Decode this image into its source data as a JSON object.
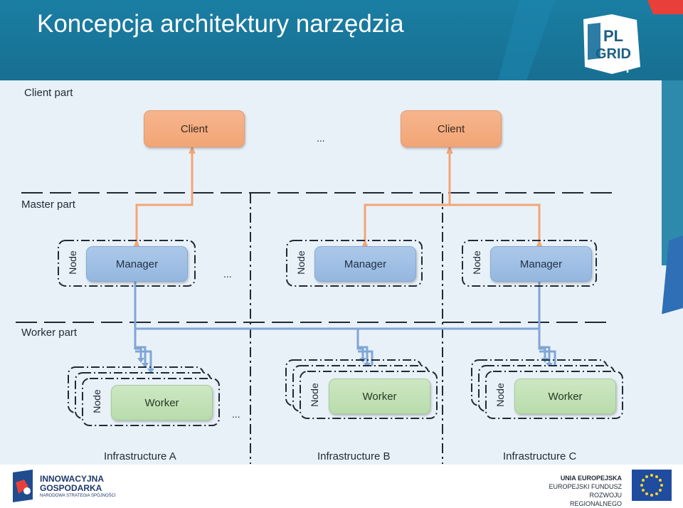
{
  "title": "Koncepcja architektury narzędzia",
  "logo": {
    "line1": "PL",
    "line2": "GRID",
    "plus": "+"
  },
  "sections": {
    "client": "Client part",
    "master": "Master part",
    "worker": "Worker part"
  },
  "clients": [
    "Client",
    "Client"
  ],
  "managers": [
    "Manager",
    "Manager",
    "Manager"
  ],
  "workers": [
    "Worker",
    "Worker",
    "Worker"
  ],
  "node_label": "Node",
  "ellipsis": "...",
  "infrastructures": [
    "Infrastructure A",
    "Infrastructure B",
    "Infrastructure C"
  ],
  "footer_left": {
    "line1": "INNOWACYJNA",
    "line2": "GOSPODARKA",
    "line3": "NARODOWA STRATEGIA SPÓJNOŚCI"
  },
  "footer_right": {
    "line1": "UNIA EUROPEJSKA",
    "line2": "EUROPEJSKI FUNDUSZ",
    "line3": "ROZWOJU REGIONALNEGO"
  },
  "colors": {
    "title_bar": "#176f92",
    "client": "#f2a576",
    "manager": "#95b7e0",
    "worker": "#b9dcac",
    "orange_line": "#f2a576",
    "blue_line": "#7ea6d6"
  }
}
